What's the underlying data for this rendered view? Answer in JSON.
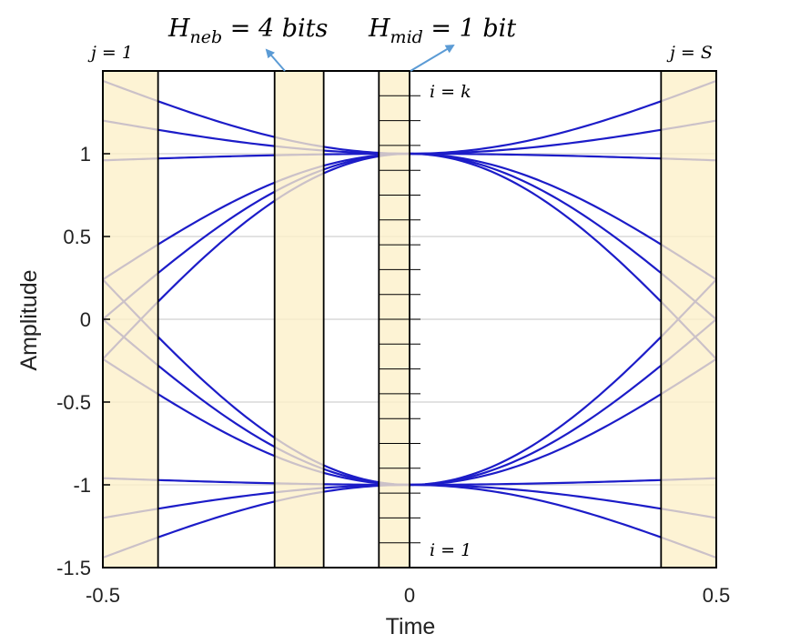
{
  "chart_data": {
    "type": "line",
    "title": "",
    "xlabel": "Time",
    "ylabel": "Amplitude",
    "xlim": [
      -0.5,
      0.5
    ],
    "ylim": [
      -1.5,
      1.5
    ],
    "x_ticks": [
      -0.5,
      0,
      0.5
    ],
    "x_tick_labels": [
      "-0.5",
      "0",
      "0.5"
    ],
    "y_ticks": [
      1,
      0.5,
      0,
      -0.5,
      -1,
      -1.5
    ],
    "y_tick_labels": [
      "1",
      "0.5",
      "0",
      "-0.5",
      "-1",
      "-1.5"
    ],
    "grid": "horizontal",
    "series": [
      {
        "edge_value": 1.44,
        "center_value": 1
      },
      {
        "edge_value": 1.2,
        "center_value": 1
      },
      {
        "edge_value": 0.96,
        "center_value": 1
      },
      {
        "edge_value": 0.24,
        "center_value": 1
      },
      {
        "edge_value": 0,
        "center_value": 1
      },
      {
        "edge_value": -0.24,
        "center_value": 1
      },
      {
        "edge_value": 0.24,
        "center_value": -1
      },
      {
        "edge_value": 0,
        "center_value": -1
      },
      {
        "edge_value": -0.24,
        "center_value": -1
      },
      {
        "edge_value": -0.96,
        "center_value": -1
      },
      {
        "edge_value": -1.2,
        "center_value": -1
      },
      {
        "edge_value": -1.44,
        "center_value": -1
      }
    ],
    "highlight_bands": [
      {
        "x_from": -0.5,
        "x_to": -0.41
      },
      {
        "x_from": -0.22,
        "x_to": -0.14
      },
      {
        "x_from": -0.05,
        "x_to": 0.0
      },
      {
        "x_from": 0.41,
        "x_to": 0.5
      }
    ],
    "center_bins": 20,
    "colors": {
      "series": "#1c1cc8",
      "series_edge": "#7a72c4",
      "band_fill": "#fdefc8",
      "band_border": "#000000",
      "arrow": "#5b9bd5",
      "grid": "#d9d9d9"
    },
    "annotations": {
      "h_neb": {
        "symbol": "H",
        "subscript": "neb",
        "rest": " = 4 bits"
      },
      "h_mid": {
        "symbol": "H",
        "subscript": "mid",
        "rest": " = 1 bit"
      },
      "j_first": "j = 1",
      "j_last": "j = S",
      "i_top": "i = k",
      "i_bottom": "i = 1"
    }
  }
}
